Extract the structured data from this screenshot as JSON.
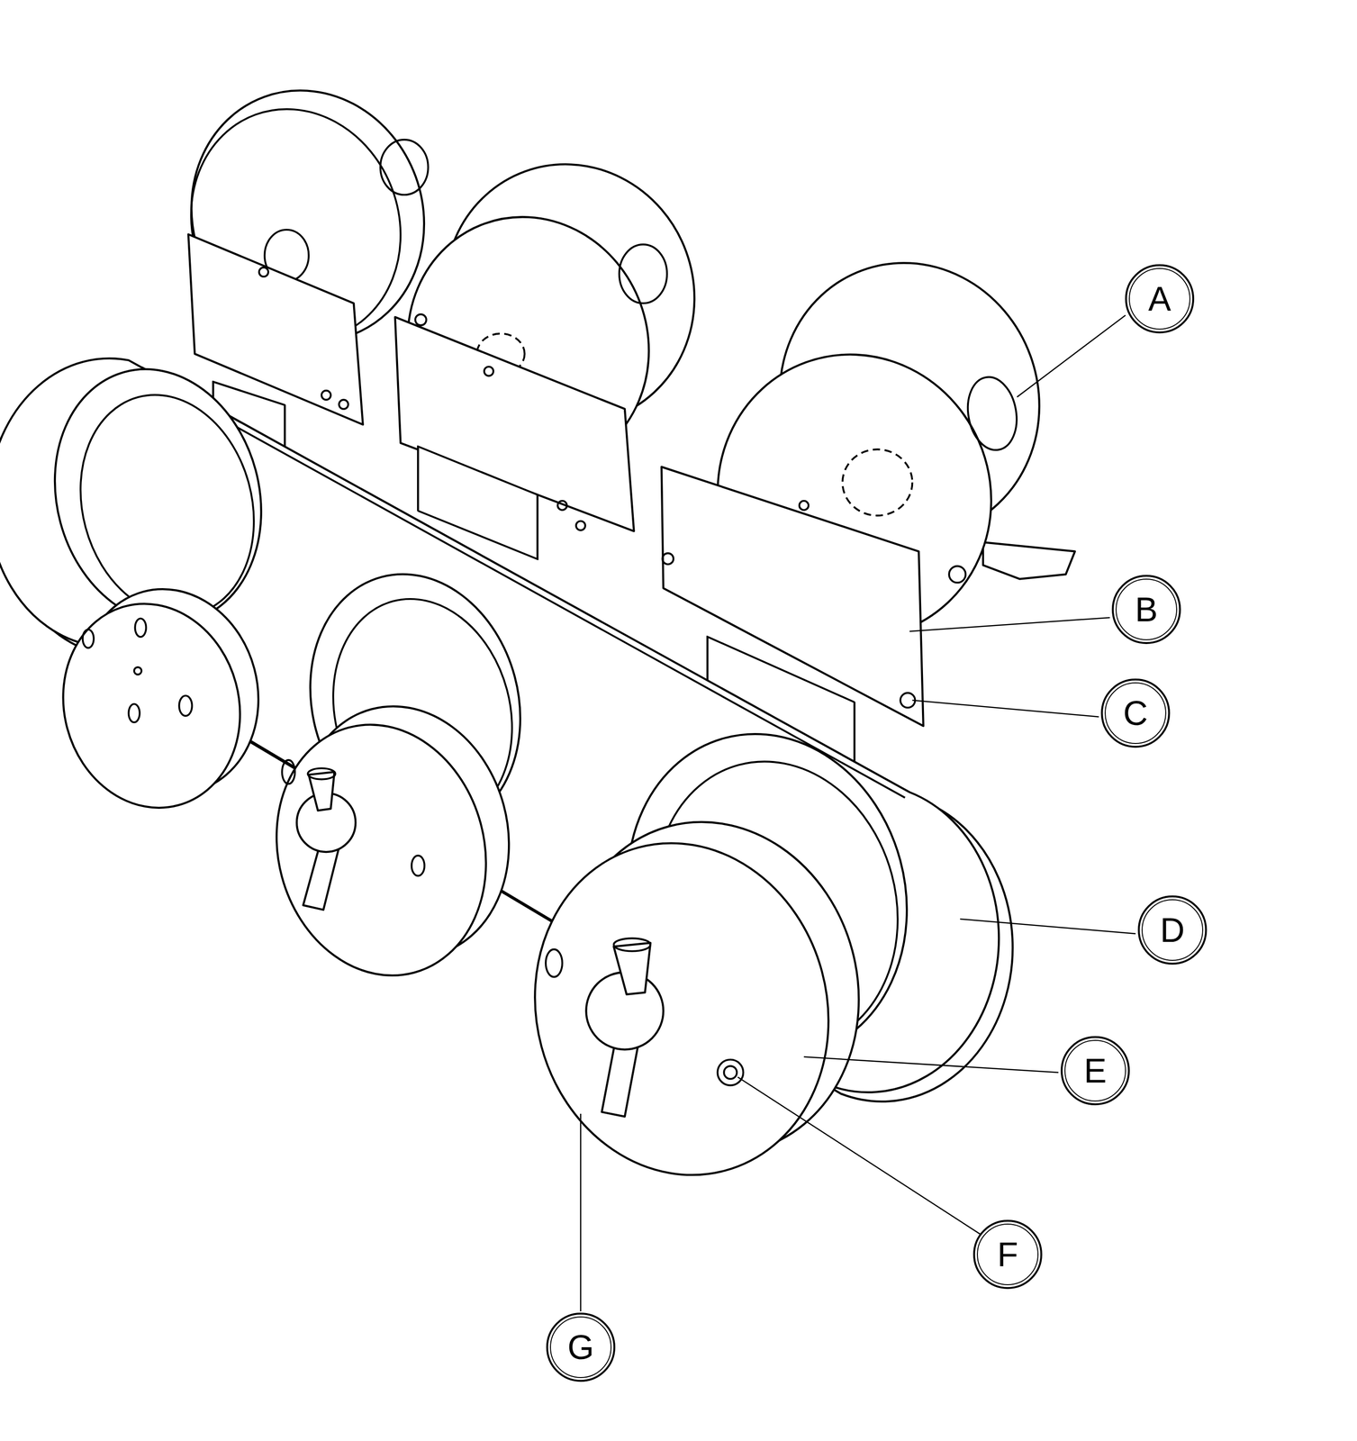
{
  "diagram": {
    "nodes": [
      {
        "text": [
          "A"
        ]
      },
      {
        "text": [
          "B"
        ]
      },
      {
        "text": [
          "C"
        ]
      },
      {
        "text": [
          "D"
        ]
      },
      {
        "text": [
          "E"
        ]
      },
      {
        "text": [
          "F"
        ]
      },
      {
        "text": [
          "G"
        ]
      }
    ]
  }
}
